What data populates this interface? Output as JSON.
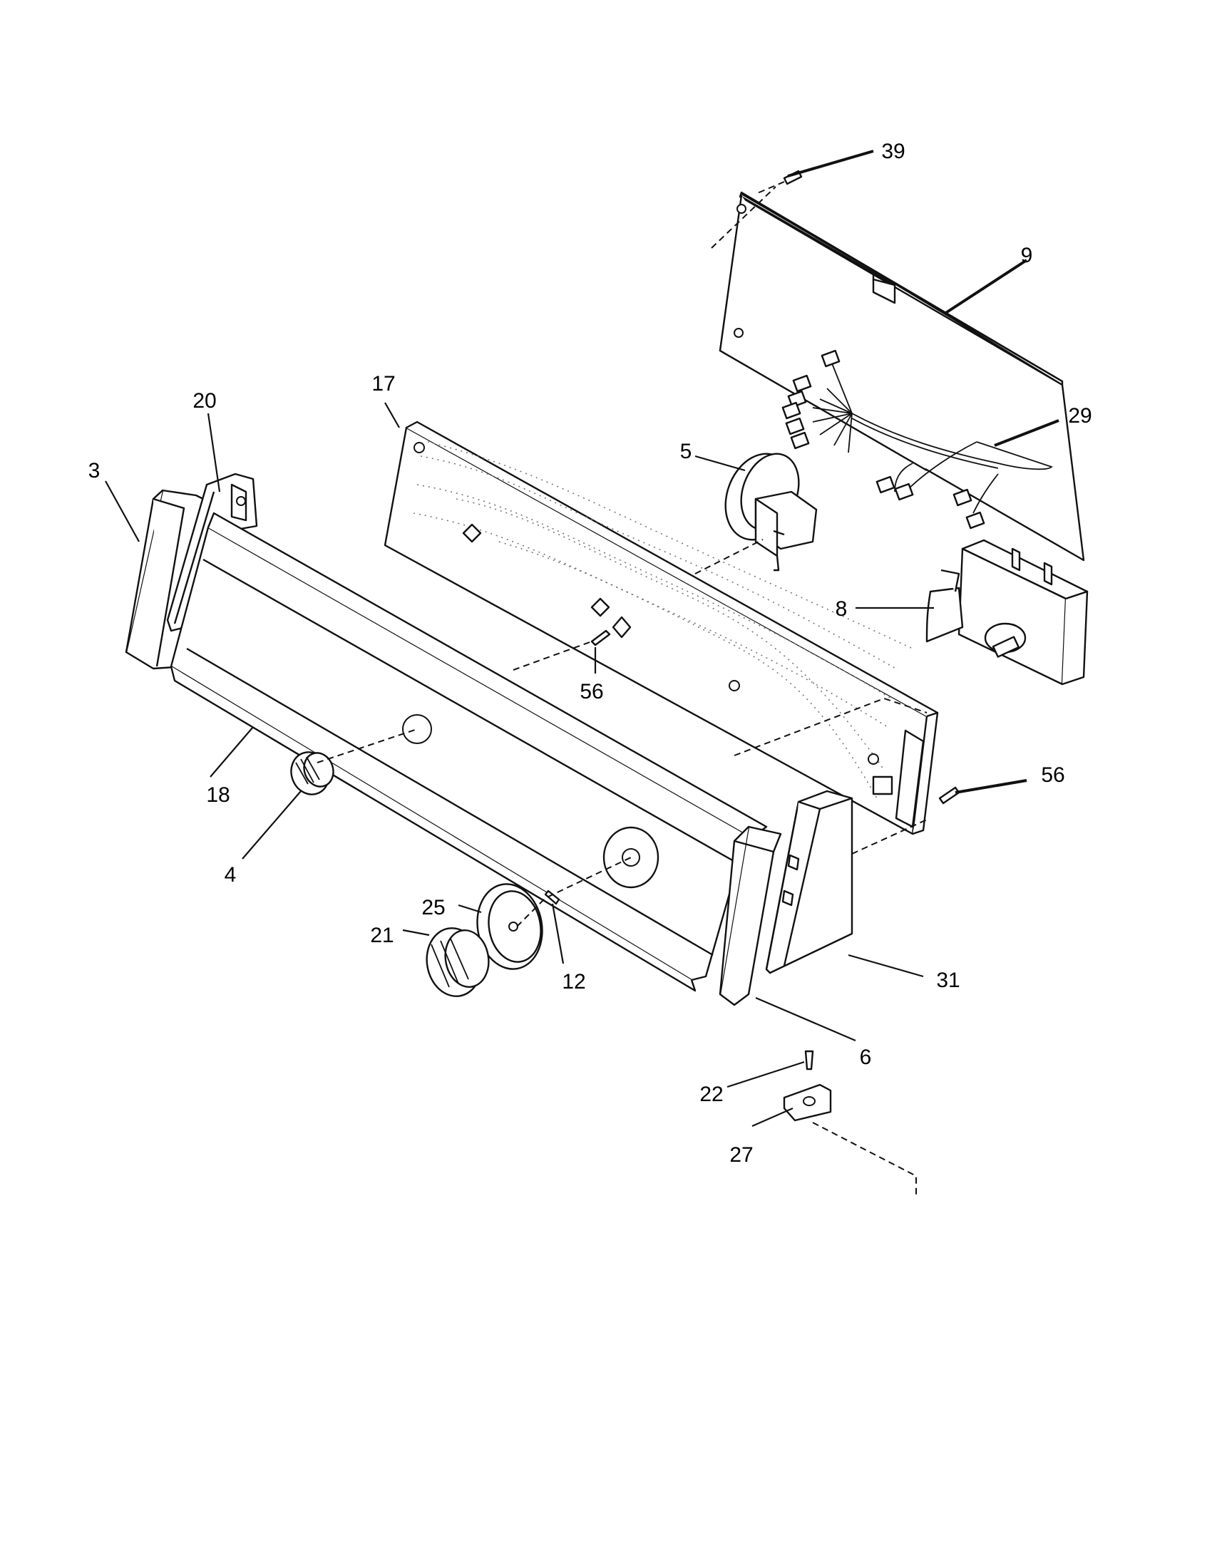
{
  "diagram": {
    "callouts": [
      "39",
      "9",
      "29",
      "17",
      "20",
      "3",
      "5",
      "8",
      "56",
      "56",
      "18",
      "4",
      "25",
      "21",
      "12",
      "31",
      "6",
      "22",
      "27"
    ]
  }
}
